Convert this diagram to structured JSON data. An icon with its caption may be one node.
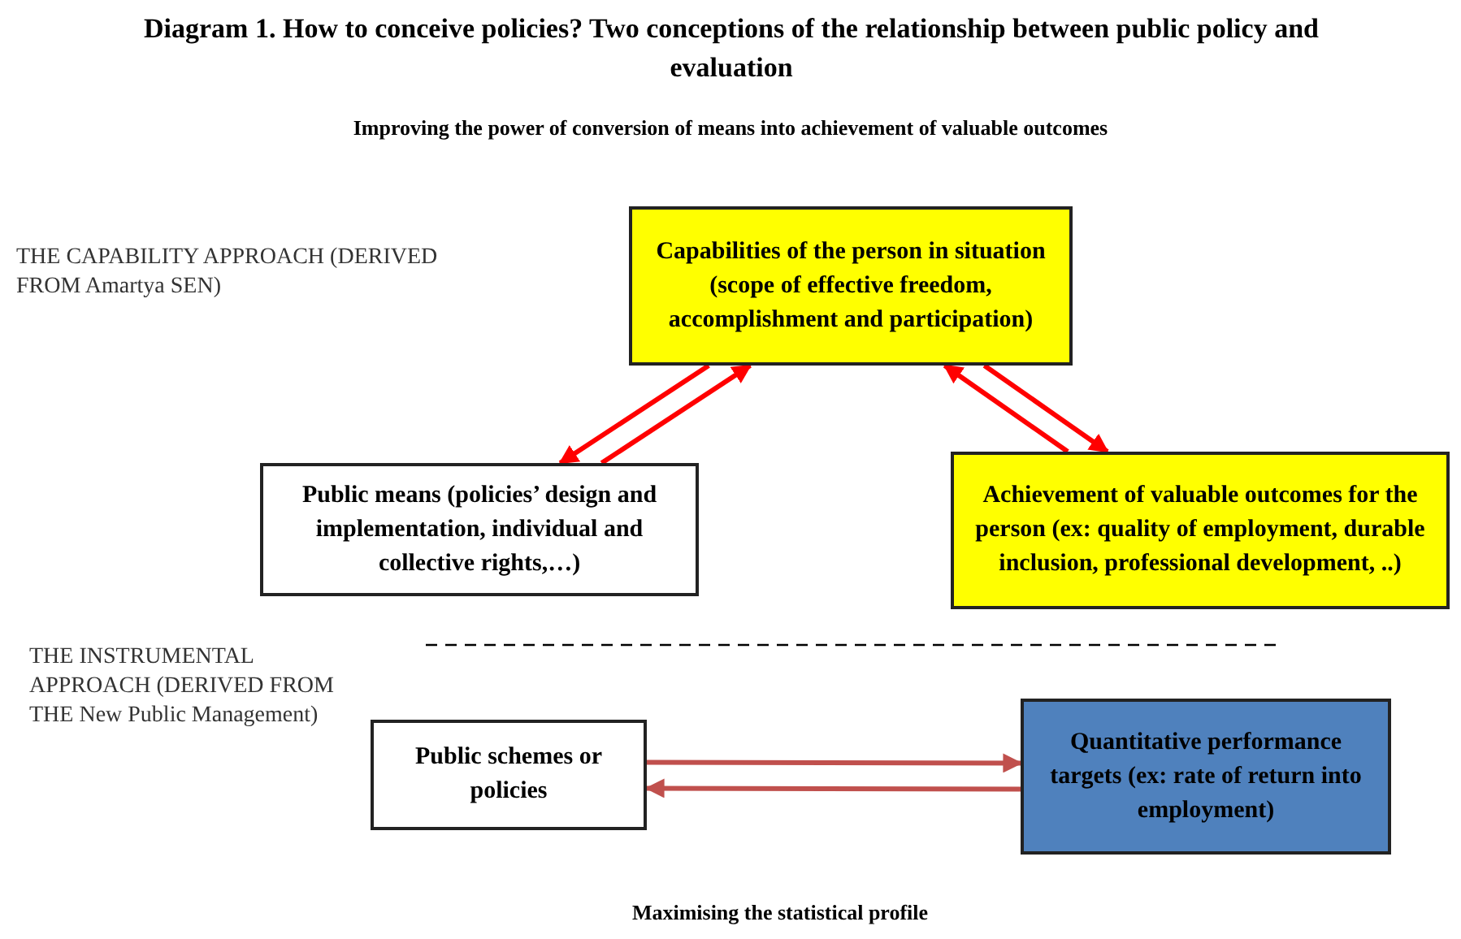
{
  "diagram": {
    "title": "Diagram 1. How to conceive policies? Two conceptions of the relationship between public policy and evaluation",
    "nodes": [
      {
        "text": [
          "Capabilities of the person in situation (scope of effective freedom,  accomplishment and participation)"
        ]
      },
      {
        "text": [
          "Public means (policies’ design and implementation, individual and collective rights,…)"
        ]
      },
      {
        "text": [
          "Achievement of valuable outcomes for the person (ex:  quality of employment, durable inclusion, professional development, ..)"
        ]
      },
      {
        "text": [
          "Public schemes or policies"
        ]
      },
      {
        "text": [
          "Quantitative performance targets (ex: rate of return into employment)"
        ]
      }
    ],
    "edges": [
      {
        "from": 0,
        "to": 1,
        "arrow": "to",
        "color": "#ff0000"
      },
      {
        "from": 1,
        "to": 0,
        "arrow": "to",
        "color": "#ff0000"
      },
      {
        "from": 2,
        "to": 0,
        "arrow": "to",
        "color": "#ff0000"
      },
      {
        "from": 0,
        "to": 2,
        "arrow": "to",
        "color": "#ff0000"
      },
      {
        "from": 3,
        "to": 4,
        "arrow": "to",
        "color": "#c0504d"
      },
      {
        "from": 4,
        "to": 3,
        "arrow": "to",
        "color": "#c0504d"
      }
    ],
    "labels": [
      "Improving the power of conversion of means into achievement of valuable outcomes",
      "THE CAPABILITY APPROACH (DERIVED FROM Amartya SEN)",
      "THE INSTRUMENTAL APPROACH (DERIVED FROM THE New Public Management)",
      "Maximising the statistical profile"
    ]
  }
}
